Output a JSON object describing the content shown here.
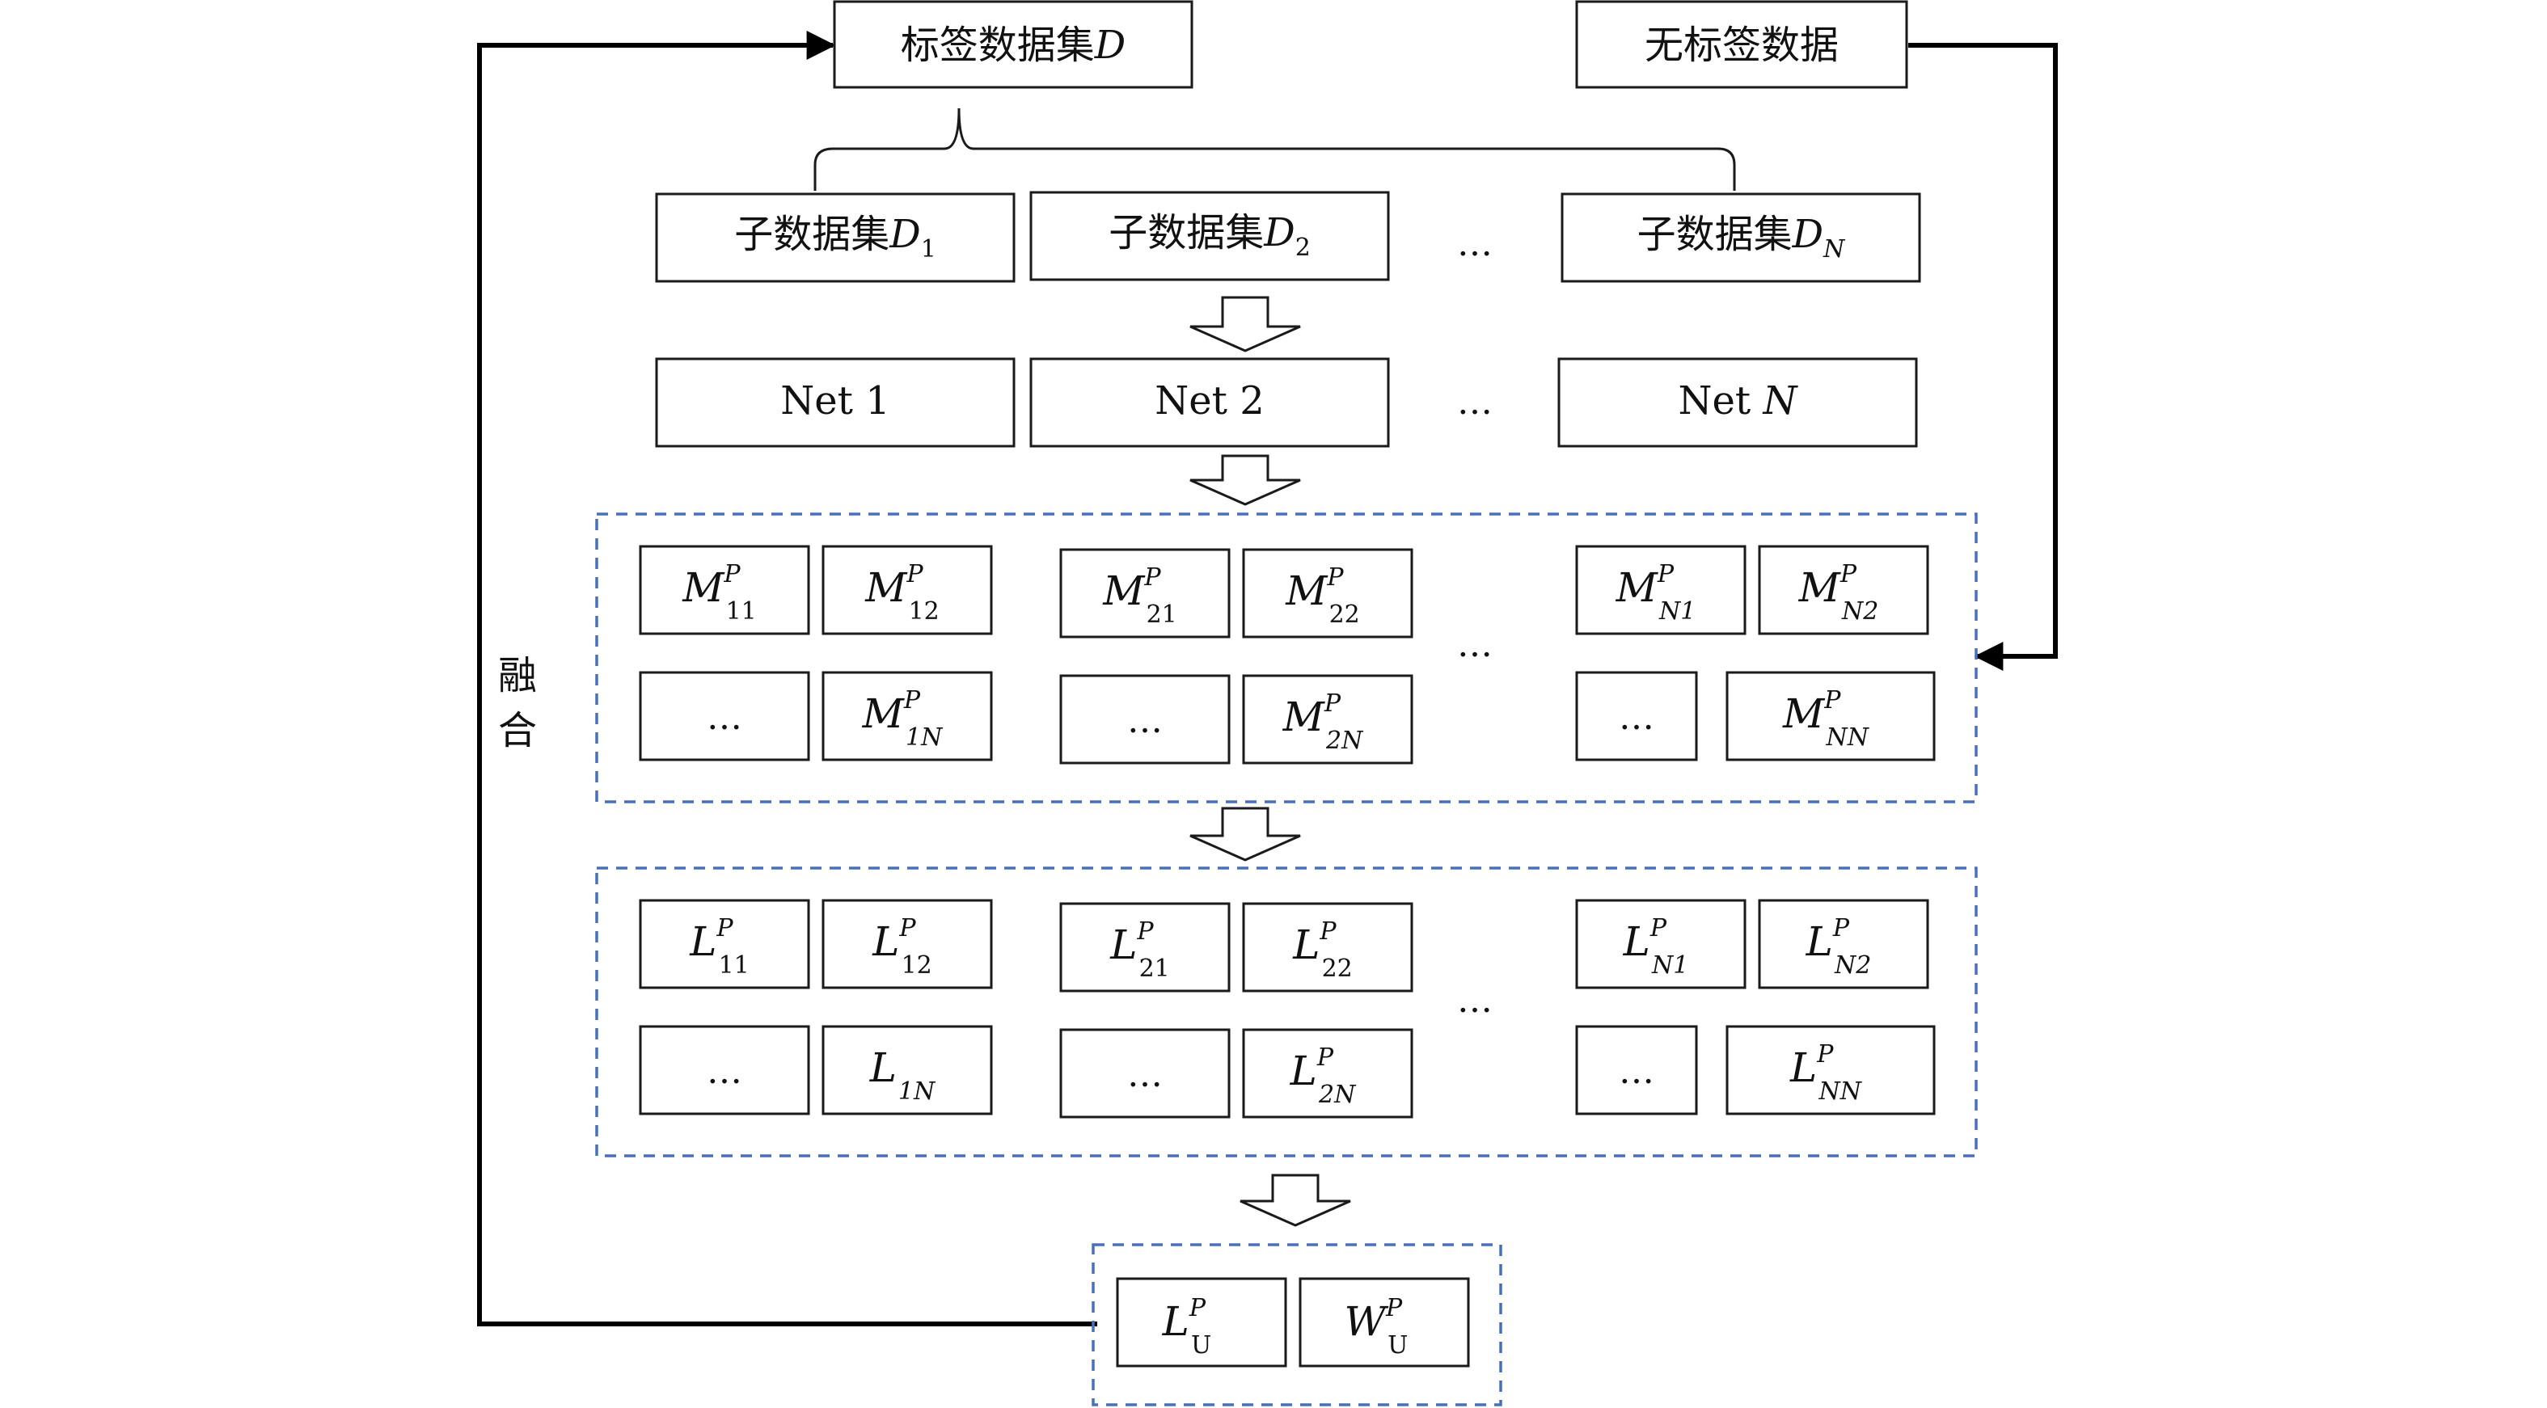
{
  "top": {
    "labeled": "标签数据集",
    "labeled_var": "D",
    "unlabeled": "无标签数据"
  },
  "subsets": {
    "prefix": "子数据集",
    "var": "D",
    "items": [
      "1",
      "2",
      "N"
    ],
    "ellipsis": "…"
  },
  "nets": {
    "items": [
      "Net 1",
      "Net 2",
      "Net "
    ],
    "last_var": "N",
    "ellipsis": "…"
  },
  "M": {
    "letter": "M",
    "sup": "P",
    "subs": [
      "11",
      "12",
      "1N",
      "21",
      "22",
      "2N",
      "N1",
      "N2",
      "NN"
    ],
    "ellipsis": "…"
  },
  "L": {
    "letter": "L",
    "sup": "P",
    "subs": [
      "11",
      "12",
      "1N",
      "21",
      "22",
      "2N",
      "N1",
      "N2",
      "NN"
    ],
    "ellipsis": "…"
  },
  "bottom": {
    "L_letter": "L",
    "W_letter": "W",
    "sup": "P",
    "sub": "U"
  },
  "fusion": [
    "融",
    "合"
  ]
}
